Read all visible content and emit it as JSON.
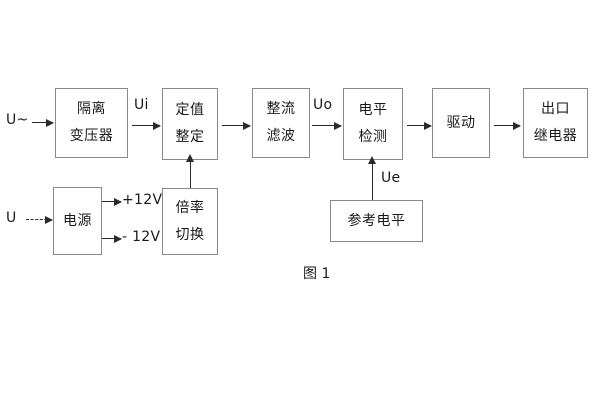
{
  "figure": {
    "caption": "图 1",
    "stroke_color": "#8a8a8a",
    "line_color": "#2b2b2b",
    "text_color": "#1a1a1a",
    "background": "#ffffff"
  },
  "blocks": {
    "isolation_transformer": {
      "line1": "隔离",
      "line2": "变压器"
    },
    "setting_value": {
      "line1": "定值",
      "line2": "整定"
    },
    "rectify_filter": {
      "line1": "整流",
      "line2": "滤波"
    },
    "level_detection": {
      "line1": "电平",
      "line2": "检测"
    },
    "drive": {
      "line1": "驱动"
    },
    "output_relay": {
      "line1": "出口",
      "line2": "继电器"
    },
    "power_supply": {
      "line1": "电源"
    },
    "multiplier_switch": {
      "line1": "倍率",
      "line2": "切换"
    },
    "reference_level": {
      "line1": "参考电平"
    }
  },
  "signals": {
    "input_ac": "U~",
    "input_dc": "U",
    "ui": "Ui",
    "uo": "Uo",
    "ue": "Ue",
    "rail_positive": "+12V",
    "rail_negative": "- 12V"
  }
}
